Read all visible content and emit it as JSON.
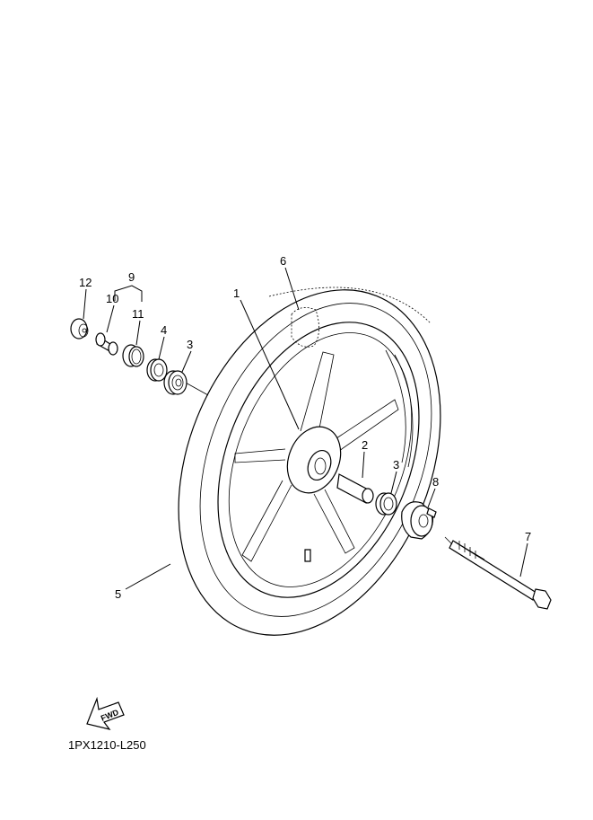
{
  "diagram": {
    "drawing_code": "1PX1210-L250",
    "fwd_arrow_text": "FWD",
    "callouts": [
      {
        "id": "1",
        "label": "1",
        "part": "cast-wheel"
      },
      {
        "id": "2",
        "label": "2",
        "part": "spacer"
      },
      {
        "id": "3a",
        "label": "3",
        "part": "bearing-left"
      },
      {
        "id": "3b",
        "label": "3",
        "part": "bearing-right"
      },
      {
        "id": "4",
        "label": "4",
        "part": "oil-seal"
      },
      {
        "id": "5",
        "label": "5",
        "part": "tire"
      },
      {
        "id": "6",
        "label": "6",
        "part": "balance-weight"
      },
      {
        "id": "7",
        "label": "7",
        "part": "wheel-axle"
      },
      {
        "id": "8",
        "label": "8",
        "part": "collar-gear-unit"
      },
      {
        "id": "9",
        "label": "9",
        "part": "collar-assembly"
      },
      {
        "id": "10",
        "label": "10",
        "part": "collar"
      },
      {
        "id": "11",
        "label": "11",
        "part": "collar-cap"
      },
      {
        "id": "12",
        "label": "12",
        "part": "nut"
      }
    ]
  }
}
